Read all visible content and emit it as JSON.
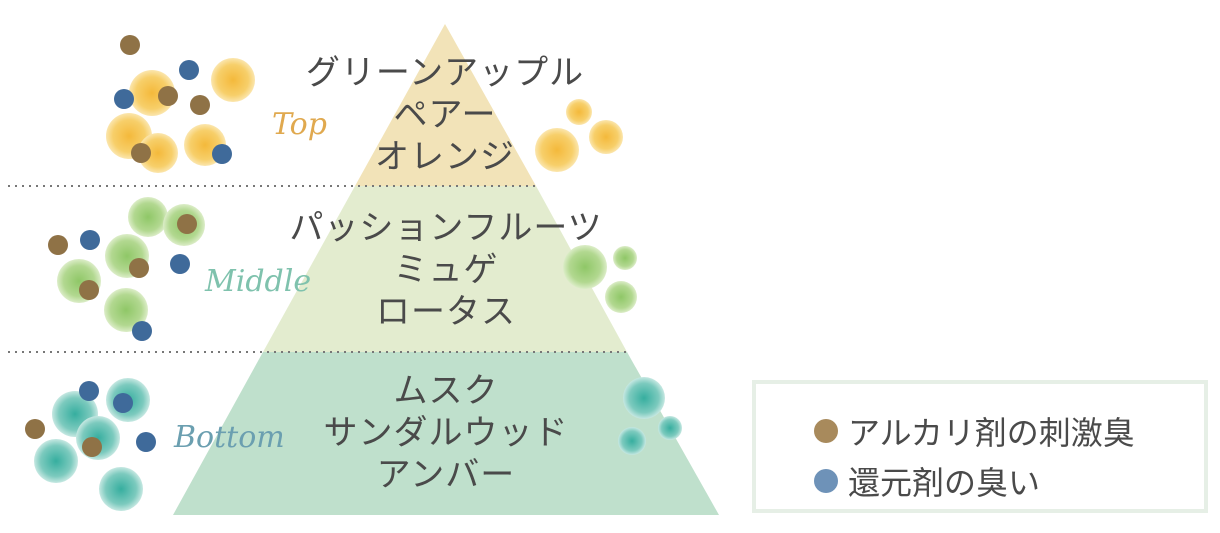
{
  "tiers": [
    {
      "script": "Top",
      "script_color": "#e0a94f",
      "notes": [
        "グリーンアップル",
        "ペアー",
        "オレンジ"
      ]
    },
    {
      "script": "Middle",
      "script_color": "#7fc2ad",
      "notes": [
        "パッションフルーツ",
        "ミュゲ",
        "ロータス"
      ]
    },
    {
      "script": "Bottom",
      "script_color": "#6b9fb0",
      "notes": [
        "ムスク",
        "サンダルウッド",
        "アンバー"
      ]
    }
  ],
  "legend": [
    {
      "label": "アルカリ剤の刺激臭",
      "color": "#a88a5c"
    },
    {
      "label": "還元剤の臭い",
      "color": "#6e92b8"
    }
  ],
  "colors": {
    "top_fill": "#f2e3b8",
    "middle_fill": "#e3eccf",
    "bottom_fill": "#bfe0cc",
    "yellow": "#f6c24a",
    "green": "#9ccf78",
    "teal": "#5bbfb0",
    "brown": "#8f7246",
    "blue": "#3f6a9a"
  }
}
